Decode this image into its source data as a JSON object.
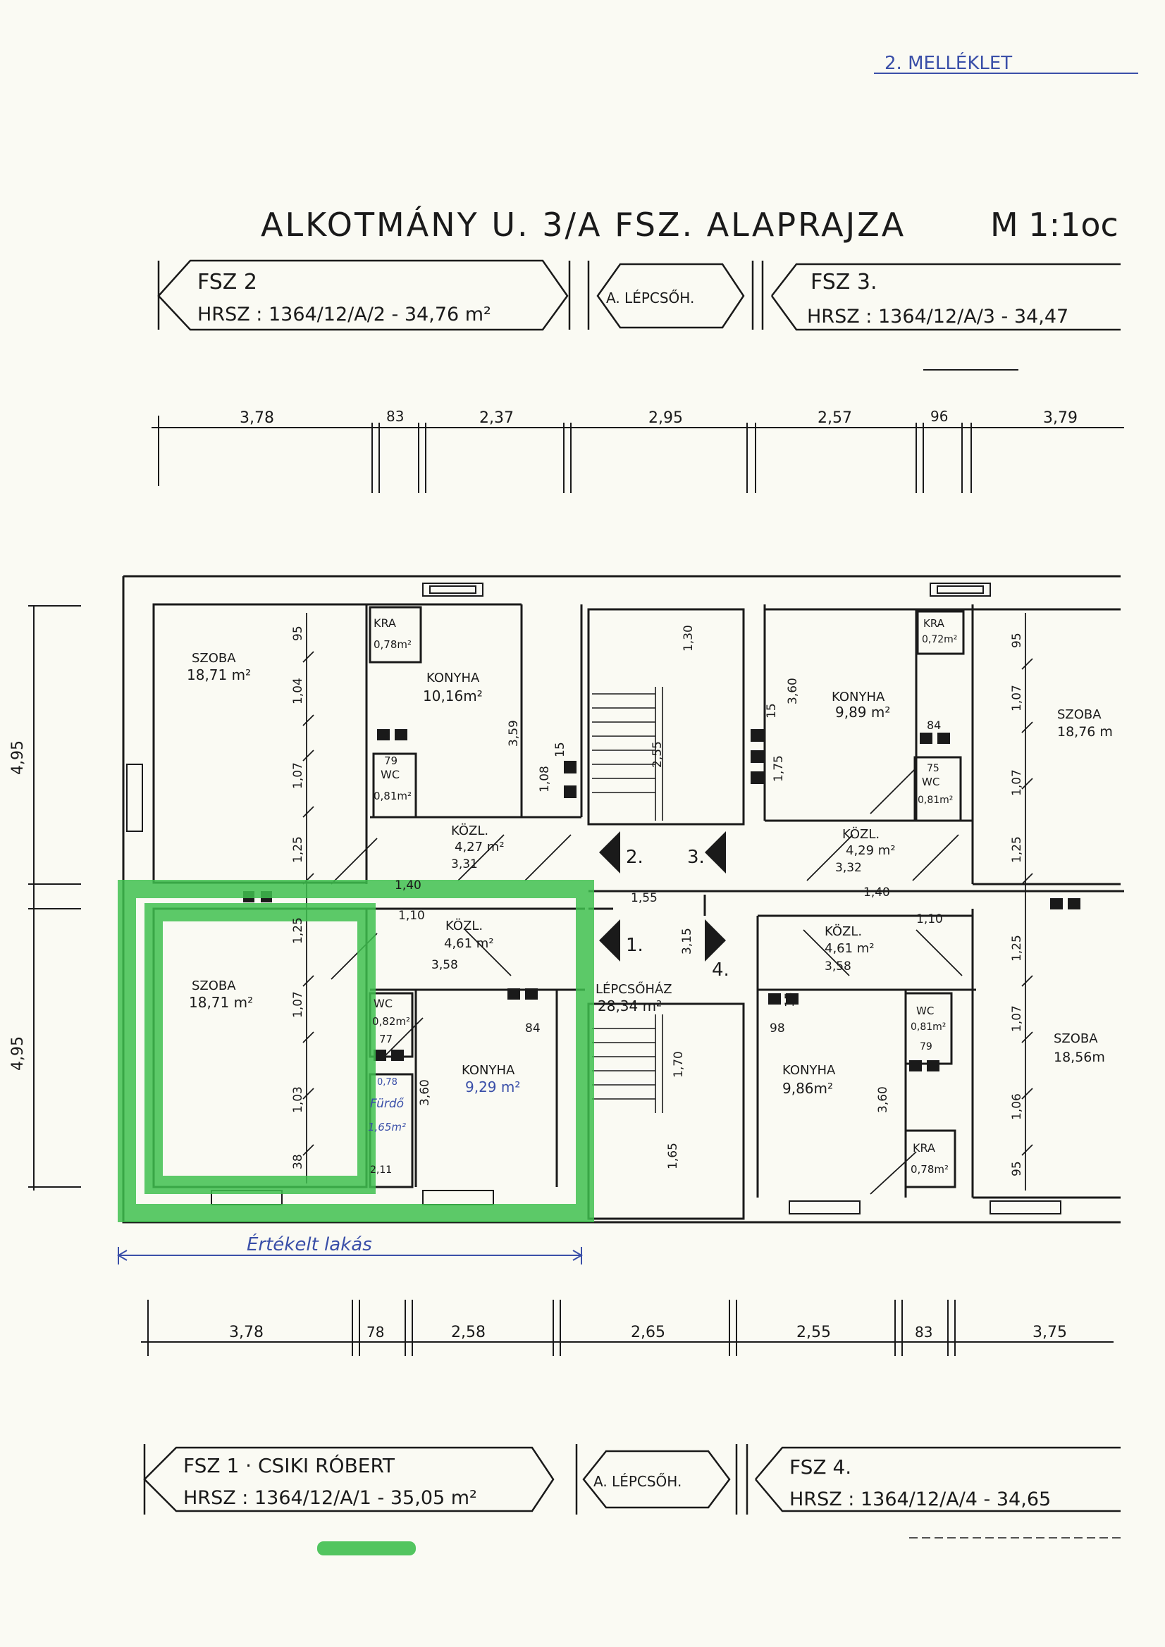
{
  "annex_label": "2. MELLÉKLET",
  "title": "ALKOTMÁNY U. 3/A FSZ. ALAPRAJZA",
  "scale": "M 1:1oc",
  "colors": {
    "ink": "#1a1a1a",
    "highlight": "#3fbf4f",
    "blue_ink": "#3a4fa8"
  },
  "labels_top": {
    "left": {
      "unit": "FSZ 2",
      "hrsz": "HRSZ : 1364/12/A/2 - 34,76 m²"
    },
    "center": "A. LÉPCSŐH.",
    "right": {
      "unit": "FSZ 3.",
      "hrsz": "HRSZ : 1364/12/A/3 - 34,47"
    }
  },
  "labels_bottom": {
    "left": {
      "unit": "FSZ 1 · CSIKI RÓBERT",
      "hrsz": "HRSZ : 1364/12/A/1 - 35,05 m²"
    },
    "center": "A. LÉPCSŐH.",
    "right": {
      "unit": "FSZ 4.",
      "hrsz": "HRSZ : 1364/12/A/4 - 34,65"
    }
  },
  "dims_top": [
    "3,78",
    "83",
    "2,37",
    "2,95",
    "2,57",
    "96",
    "3,79"
  ],
  "dims_bottom": [
    "3,78",
    "78",
    "2,58",
    "2,65",
    "2,55",
    "83",
    "3,75"
  ],
  "dims_left": [
    "4,95",
    "4,95"
  ],
  "evaluated_label": "Értékelt lakás",
  "rooms": {
    "szoba_tl": {
      "name": "SZOBA",
      "area": "18,71 m²"
    },
    "kamra_tl": {
      "name": "KRA",
      "area": "0,78m²"
    },
    "konyha_tl": {
      "name": "KONYHA",
      "area": "10,16m²"
    },
    "wc_tl": {
      "name": "WC",
      "area": "0,81m²",
      "note": "79"
    },
    "kozl_tl": {
      "name": "KÖZL.",
      "area": "4,27 m²",
      "note": "3,31"
    },
    "szoba_bl": {
      "name": "SZOBA",
      "area": "18,71 m²"
    },
    "kozl_bl": {
      "name": "KÖZL.",
      "area": "4,61 m²",
      "note": "3,58"
    },
    "wc_bl": {
      "name": "WC",
      "area": "0,82m²",
      "note": "77"
    },
    "furdo_bl": {
      "name": "Fürdő",
      "area": "1,65m²",
      "note": "0,78",
      "note2": "2,11"
    },
    "konyha_bl": {
      "name": "KONYHA",
      "area": "9,29 m²",
      "note": "84"
    },
    "lepcsohaz": {
      "name": "LÉPCSŐHÁZ",
      "area": "28,34 m²"
    },
    "konyha_tr": {
      "name": "KONYHA",
      "area": "9,89 m²",
      "note": "84"
    },
    "kamra_tr": {
      "name": "KRA",
      "area": "0,72m²"
    },
    "wc_tr": {
      "name": "WC",
      "area": "0,81m²",
      "note": "75"
    },
    "szoba_tr": {
      "name": "SZOBA",
      "area": "18,76 m"
    },
    "kozl_tr": {
      "name": "KÖZL.",
      "area": "4,29 m²",
      "note": "3,32"
    },
    "kozl_br": {
      "name": "KÖZL.",
      "area": "4,61 m²",
      "note": "3,58"
    },
    "konyha_br": {
      "name": "KONYHA",
      "area": "9,86m²",
      "note": "98"
    },
    "wc_br": {
      "name": "WC",
      "area": "0,81m²",
      "note": "79"
    },
    "kamra_br": {
      "name": "KRA",
      "area": "0,78m²"
    },
    "szoba_br": {
      "name": "SZOBA",
      "area": "18,56m"
    }
  },
  "inner_dims": {
    "left_col": [
      "95",
      "1,04",
      "1,07",
      "1,25",
      "1,25",
      "1,07",
      "1,03",
      "38"
    ],
    "right_col": [
      "95",
      "1,07",
      "1,07",
      "1,25",
      "1,25",
      "1,07",
      "1,06",
      "95"
    ],
    "misc": [
      "1,40",
      "1,40",
      "1,10",
      "1,10",
      "1,55",
      "3,59",
      "3,60",
      "3,60",
      "3,60",
      "1,30",
      "2,55",
      "3,15",
      "1,70",
      "1,65",
      "1,08",
      "1,75",
      "15",
      "15",
      "15"
    ]
  },
  "door_numbers": [
    "1.",
    "2.",
    "3.",
    "4."
  ]
}
